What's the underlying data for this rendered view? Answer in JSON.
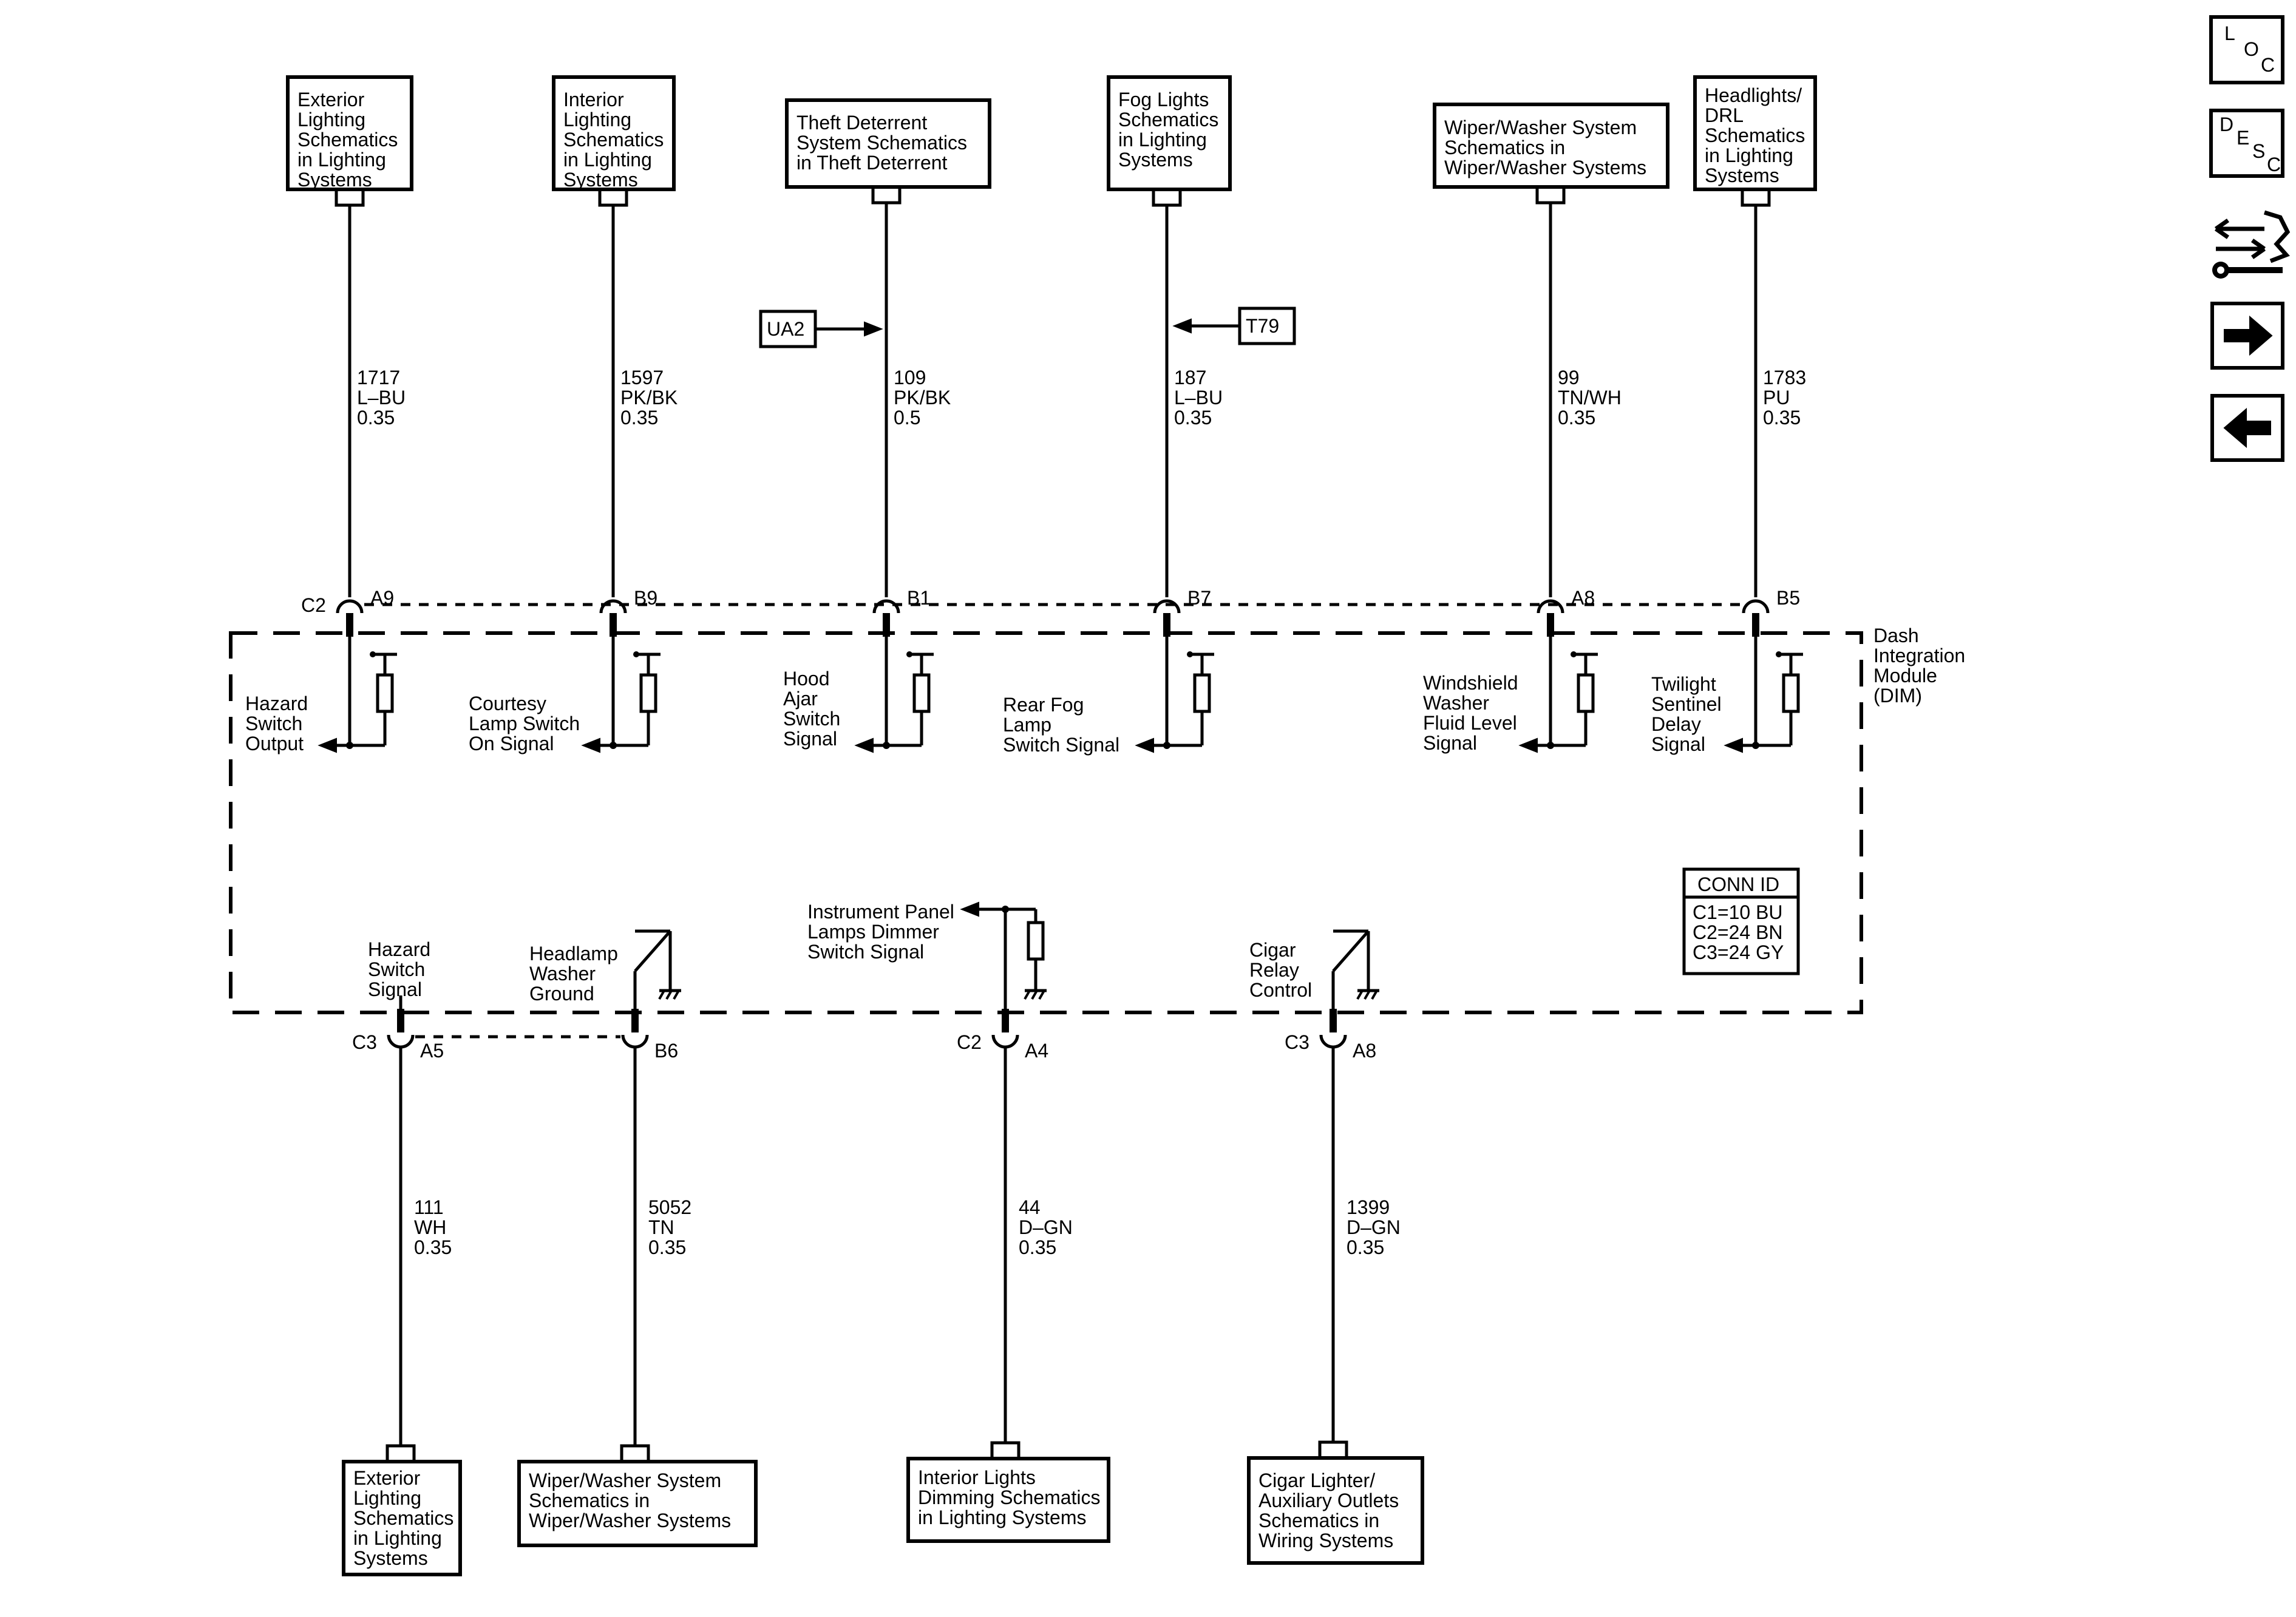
{
  "top_boxes": [
    {
      "lines": [
        "Exterior",
        "Lighting",
        "Schematics",
        "in Lighting",
        "Systems"
      ]
    },
    {
      "lines": [
        "Interior",
        "Lighting",
        "Schematics",
        "in Lighting",
        "Systems"
      ]
    },
    {
      "lines": [
        "Theft Deterrent",
        "System Schematics",
        "in Theft Deterrent"
      ]
    },
    {
      "lines": [
        "Fog Lights",
        "Schematics",
        "in Lighting",
        "Systems"
      ]
    },
    {
      "lines": [
        "Wiper/Washer System",
        "Schematics in",
        "Wiper/Washer Systems"
      ]
    },
    {
      "lines": [
        "Headlights/",
        "DRL",
        "Schematics",
        "in Lighting",
        "Systems"
      ]
    }
  ],
  "top_wires": [
    {
      "circuit": "1717",
      "color": "L–BU",
      "gauge": "0.35"
    },
    {
      "circuit": "1597",
      "color": "PK/BK",
      "gauge": "0.35"
    },
    {
      "circuit": "109",
      "color": "PK/BK",
      "gauge": "0.5"
    },
    {
      "circuit": "187",
      "color": "L–BU",
      "gauge": "0.35"
    },
    {
      "circuit": "99",
      "color": "TN/WH",
      "gauge": "0.35"
    },
    {
      "circuit": "1783",
      "color": "PU",
      "gauge": "0.35"
    }
  ],
  "top_pins": [
    {
      "connector": "C2",
      "pin": "A9"
    },
    {
      "connector": "",
      "pin": "B9"
    },
    {
      "connector": "",
      "pin": "B1"
    },
    {
      "connector": "",
      "pin": "B7"
    },
    {
      "connector": "",
      "pin": "A8"
    },
    {
      "connector": "",
      "pin": "B5"
    }
  ],
  "signals_top": [
    {
      "lines": [
        "Hazard",
        "Switch",
        "Output"
      ]
    },
    {
      "lines": [
        "Courtesy",
        "Lamp Switch",
        "On Signal"
      ]
    },
    {
      "lines": [
        "Hood",
        "Ajar",
        "Switch",
        "Signal"
      ]
    },
    {
      "lines": [
        "Rear Fog",
        "Lamp",
        "Switch Signal"
      ]
    },
    {
      "lines": [
        "Windshield",
        "Washer",
        "Fluid Level",
        "Signal"
      ]
    },
    {
      "lines": [
        "Twilight",
        "Sentinel",
        "Delay",
        "Signal"
      ]
    }
  ],
  "refs": {
    "ua2": "UA2",
    "t79": "T79"
  },
  "module": {
    "lines": [
      "Dash",
      "Integration",
      "Module",
      "(DIM)"
    ]
  },
  "conn_id": {
    "title": "CONN ID",
    "lines": [
      "C1=10 BU",
      "C2=24 BN",
      "C3=24 GY"
    ]
  },
  "signals_bottom": [
    {
      "lines": [
        "Hazard",
        "Switch",
        "Signal"
      ]
    },
    {
      "lines": [
        "Headlamp",
        "Washer",
        "Ground"
      ]
    },
    {
      "lines": [
        "Instrument Panel",
        "Lamps Dimmer",
        "Switch Signal"
      ]
    },
    {
      "lines": [
        "Cigar",
        "Relay",
        "Control"
      ]
    }
  ],
  "bottom_pins": [
    {
      "connector": "C3",
      "pin": "A5"
    },
    {
      "connector": "",
      "pin": "B6"
    },
    {
      "connector": "C2",
      "pin": "A4"
    },
    {
      "connector": "C3",
      "pin": "A8"
    }
  ],
  "bottom_wires": [
    {
      "circuit": "111",
      "color": "WH",
      "gauge": "0.35"
    },
    {
      "circuit": "5052",
      "color": "TN",
      "gauge": "0.35"
    },
    {
      "circuit": "44",
      "color": "D–GN",
      "gauge": "0.35"
    },
    {
      "circuit": "1399",
      "color": "D–GN",
      "gauge": "0.35"
    }
  ],
  "bottom_boxes": [
    {
      "lines": [
        "Exterior",
        "Lighting",
        "Schematics",
        "in Lighting",
        "Systems"
      ]
    },
    {
      "lines": [
        "Wiper/Washer System",
        "Schematics in",
        "Wiper/Washer Systems"
      ]
    },
    {
      "lines": [
        "Interior Lights",
        "Dimming Schematics",
        "in Lighting Systems"
      ]
    },
    {
      "lines": [
        "Cigar Lighter/",
        "Auxiliary Outlets",
        "Schematics in",
        "Wiring Systems"
      ]
    }
  ],
  "nav": {
    "loc": [
      "L",
      "O",
      "C"
    ],
    "desc": [
      "D",
      "E",
      "S",
      "C"
    ],
    "icons": [
      "connector-end-view-icon",
      "next-arrow-icon",
      "previous-arrow-icon"
    ]
  }
}
